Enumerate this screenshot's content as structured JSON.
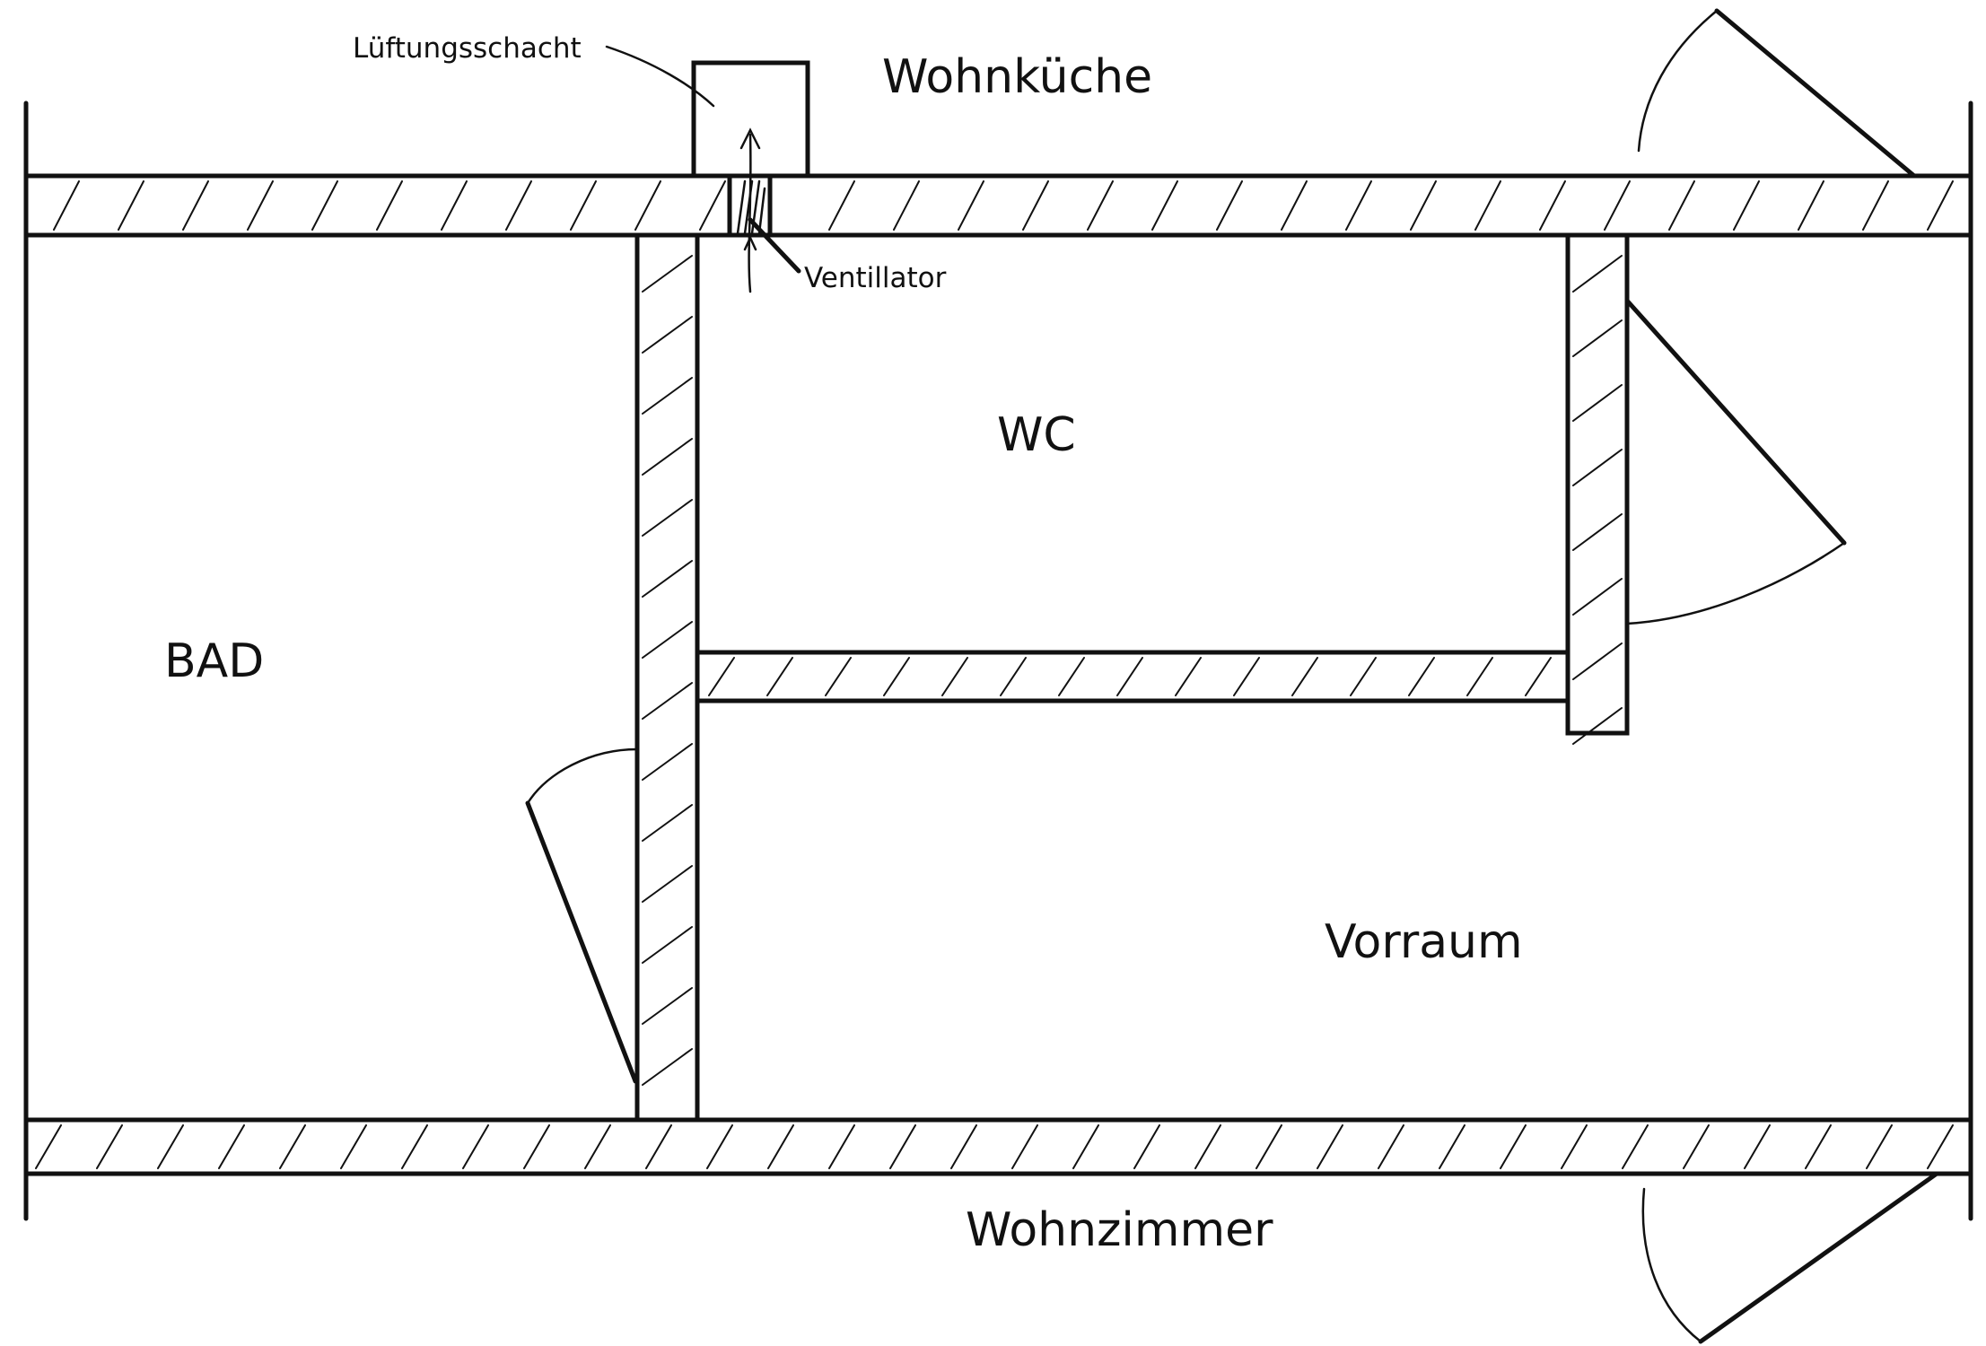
{
  "rooms": {
    "wohnkueche": "Wohnküche",
    "wc": "WC",
    "bad": "BAD",
    "vorraum": "Vorraum",
    "wohnzimmer": "Wohnzimmer"
  },
  "annotations": {
    "lueftungsschacht": "Lüftungsschacht",
    "ventillator": "Ventillator"
  }
}
